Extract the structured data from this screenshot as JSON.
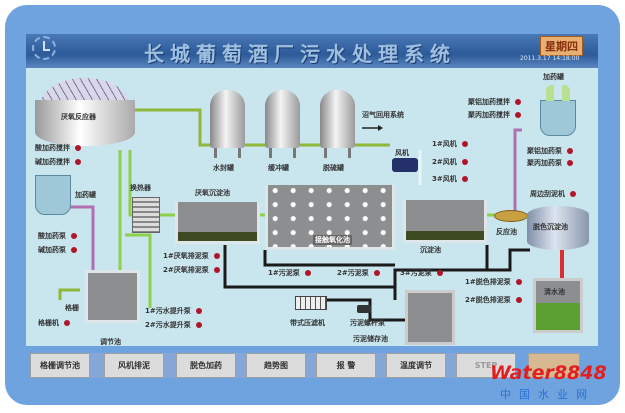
{
  "header": {
    "title": "长城葡萄酒厂污水处理系统",
    "weekday": "星期四",
    "datetime": "2011.3.17 14:18:00"
  },
  "equipment": {
    "anaerobic_reactor": "厌氧反应器",
    "water_seal_tank": "水封罐",
    "buffer_tank": "缓冲罐",
    "desulfurization_tank": "脱硫罐",
    "biogas_reuse": "沼气回用系统",
    "dosing_tank_left": "加药罐",
    "dosing_tank_right": "加药罐",
    "heat_exchanger": "换热器",
    "anaerobic_settling": "厌氧沉淀池",
    "contact_oxidation": "接触氧化池",
    "blower": "风机",
    "settling_tank": "沉淀池",
    "reaction_tank": "反应池",
    "decolor_settling": "脱色沉淀池",
    "clear_water": "清水池",
    "grille": "格栅",
    "regulating_tank": "调节池",
    "belt_filter_press": "带式压滤机",
    "screw_pump": "污泥螺杆泵",
    "sludge_storage": "污泥储存池"
  },
  "indicators": [
    {
      "label": "酸加药搅拌",
      "color": "#b0162a"
    },
    {
      "label": "碱加药搅拌",
      "color": "#b0162a"
    },
    {
      "label": "酸加药泵",
      "color": "#b0162a"
    },
    {
      "label": "碱加药泵",
      "color": "#b0162a"
    },
    {
      "label": "格栅机",
      "color": "#b0162a"
    },
    {
      "label": "1#污水提升泵",
      "color": "#b0162a"
    },
    {
      "label": "2#污水提升泵",
      "color": "#b0162a"
    },
    {
      "label": "1#厌氧排泥泵",
      "color": "#b0162a"
    },
    {
      "label": "2#厌氧排泥泵",
      "color": "#b0162a"
    },
    {
      "label": "1#污泥泵",
      "color": "#b0162a"
    },
    {
      "label": "2#污泥泵",
      "color": "#b0162a"
    },
    {
      "label": "3#污泥泵",
      "color": "#b0162a"
    },
    {
      "label": "1#风机",
      "color": "#b0162a"
    },
    {
      "label": "2#风机",
      "color": "#b0162a"
    },
    {
      "label": "3#风机",
      "color": "#b0162a"
    },
    {
      "label": "聚铝加药搅拌",
      "color": "#b0162a"
    },
    {
      "label": "聚丙加药搅拌",
      "color": "#b0162a"
    },
    {
      "label": "聚铝加药泵",
      "color": "#b0162a"
    },
    {
      "label": "聚丙加药泵",
      "color": "#b0162a"
    },
    {
      "label": "周边刮泥机",
      "color": "#b0162a"
    },
    {
      "label": "1#脱色排泥泵",
      "color": "#b0162a"
    },
    {
      "label": "2#脱色排泥泵",
      "color": "#b0162a"
    }
  ],
  "nav": [
    "格栅调节池",
    "风机排泥",
    "脱色加药",
    "趋势图",
    "报 警",
    "温度调节",
    "STEP"
  ],
  "watermark": {
    "brand": "Water8848",
    "site": "中国水业网"
  }
}
